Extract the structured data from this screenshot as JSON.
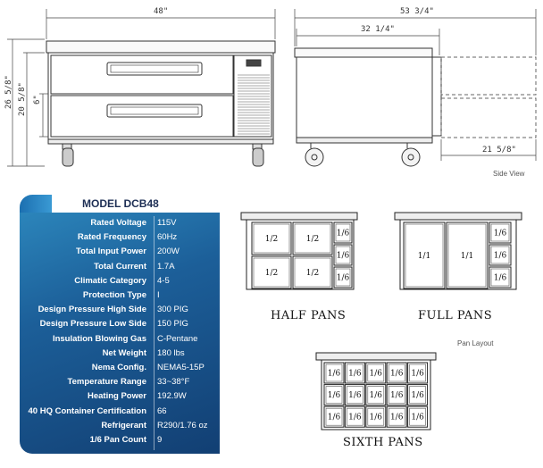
{
  "drawing": {
    "front_width": "48\"",
    "overall_height": "26 5/8\"",
    "cabinet_height": "20 5/8\"",
    "drawer_height": "6\"",
    "side_depth": "32 1/4\"",
    "extended_depth": "53 3/4\"",
    "drawer_extension": "21 5/8\"",
    "side_view_label": "Side View"
  },
  "specs": {
    "model": "MODEL DCB48",
    "rows": [
      {
        "label": "Rated Voltage",
        "value": "115V"
      },
      {
        "label": "Rated Frequency",
        "value": "60Hz"
      },
      {
        "label": "Total Input Power",
        "value": "200W"
      },
      {
        "label": "Total Current",
        "value": "1.7A"
      },
      {
        "label": "Climatic Category",
        "value": "4-5"
      },
      {
        "label": "Protection Type",
        "value": "I"
      },
      {
        "label": "Design Pressure High Side",
        "value": "300 PIG"
      },
      {
        "label": "Design Pressure Low Side",
        "value": "150 PIG"
      },
      {
        "label": "Insulation Blowing Gas",
        "value": "C-Pentane"
      },
      {
        "label": "Net Weight",
        "value": "180 lbs"
      },
      {
        "label": "Nema Config.",
        "value": "NEMA5-15P"
      },
      {
        "label": "Temperature Range",
        "value": "33~38°F"
      },
      {
        "label": "Heating Power",
        "value": "192.9W"
      },
      {
        "label": "40 HQ Container Certification",
        "value": "66"
      },
      {
        "label": "Refrigerant",
        "value": "R290/1.76 oz"
      },
      {
        "label": "1/6 Pan Count",
        "value": "9"
      }
    ]
  },
  "pans": {
    "half_title": "HALF PANS",
    "full_title": "FULL PANS",
    "sixth_title": "SIXTH PANS",
    "layout_note": "Pan Layout",
    "half_label": "1/2",
    "full_label": "1/1",
    "sixth_label": "1/6"
  }
}
